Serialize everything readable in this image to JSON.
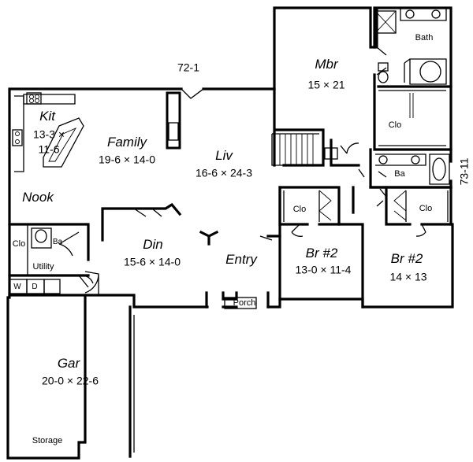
{
  "dimensions": {
    "top": "72-1",
    "right": "73-11"
  },
  "rooms": {
    "kit": {
      "name": "Kit",
      "dim1": "13-3 ×",
      "dim2": "11-6"
    },
    "family": {
      "name": "Family",
      "dim": "19-6 × 14-0"
    },
    "liv": {
      "name": "Liv",
      "dim": "16-6 × 24-3"
    },
    "mbr": {
      "name": "Mbr",
      "dim": "15 × 21"
    },
    "bath": {
      "name": "Bath"
    },
    "clo_mbr": {
      "name": "Clo"
    },
    "ba_hall": {
      "name": "Ba"
    },
    "nook": {
      "name": "Nook"
    },
    "clo_utility": {
      "name": "Clo"
    },
    "ba_utility": {
      "name": "Ba"
    },
    "utility": {
      "name": "Utility"
    },
    "washer": {
      "name": "W"
    },
    "dryer": {
      "name": "D"
    },
    "din": {
      "name": "Din",
      "dim": "15-6 × 14-0"
    },
    "entry": {
      "name": "Entry"
    },
    "clo_br1": {
      "name": "Clo"
    },
    "clo_br2": {
      "name": "Clo"
    },
    "br1": {
      "name": "Br #2",
      "dim": "13-0 × 11-4"
    },
    "br2": {
      "name": "Br #2",
      "dim": "14 × 13"
    },
    "porch": {
      "name": "Porch"
    },
    "gar": {
      "name": "Gar",
      "dim": "20-0 × 22-6"
    },
    "storage": {
      "name": "Storage"
    }
  }
}
